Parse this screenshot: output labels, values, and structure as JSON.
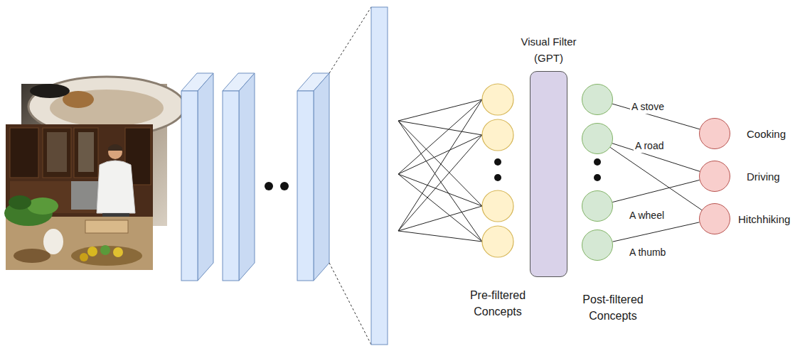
{
  "diagram": {
    "nodes": [
      {
        "text": [
          "Visual Filter (GPT)"
        ]
      },
      {
        "text": [
          "A stove"
        ]
      },
      {
        "text": [
          "A road"
        ]
      },
      {
        "text": [
          "A wheel"
        ]
      },
      {
        "text": [
          "A thumb"
        ]
      },
      {
        "text": [
          "Cooking"
        ]
      },
      {
        "text": [
          "Driving"
        ]
      },
      {
        "text": [
          "Hitchhiking"
        ]
      }
    ],
    "edges": [
      {
        "from": 1,
        "to": 5,
        "arrow": "none"
      },
      {
        "from": 2,
        "to": 6,
        "arrow": "none"
      },
      {
        "from": 2,
        "to": 7,
        "arrow": "none"
      },
      {
        "from": 3,
        "to": 6,
        "arrow": "none"
      },
      {
        "from": 4,
        "to": 7,
        "arrow": "none"
      }
    ],
    "labels": [
      "Pre-filtered Concepts",
      "Post-filtered Concepts"
    ]
  }
}
